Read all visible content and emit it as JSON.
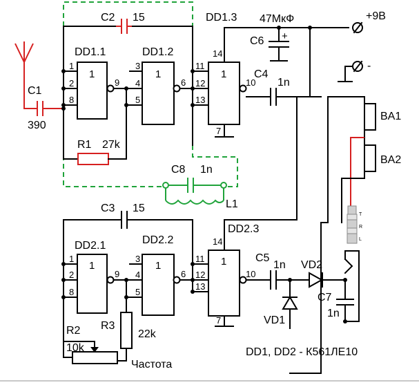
{
  "labels": {
    "C1": "C1",
    "C1_val": "390",
    "C2": "C2",
    "C2_val": "15",
    "R1": "R1",
    "R1_val": "27k",
    "DD1_1": "DD1.1",
    "DD1_2": "DD1.2",
    "DD1_3": "DD1.3",
    "C6_val": "47МкФ",
    "C6": "C6",
    "C4": "C4",
    "C4_val": "1n",
    "plus9": "+9В",
    "BA1": "BA1",
    "BA2": "BA2",
    "C8": "C8",
    "C8_val": "1n",
    "L1": "L1",
    "C3": "C3",
    "C3_val": "15",
    "DD2_1": "DD2.1",
    "DD2_2": "DD2.2",
    "DD2_3": "DD2.3",
    "C5": "C5",
    "C5_val": "1n",
    "VD2": "VD2",
    "C7": "C7",
    "C7_val": "1n",
    "VD1": "VD1",
    "R2": "R2",
    "R2_val": "10k",
    "R3": "R3",
    "R3_val": "22k",
    "freq": "Частота",
    "ic_note": "DD1, DD2 - К561ЛЕ10",
    "gate_mark": "1",
    "plus_mark": "+",
    "minus_mark": "-"
  },
  "pins": {
    "p1": "1",
    "p2": "2",
    "p3": "3",
    "p4": "4",
    "p5": "5",
    "p6": "6",
    "p7": "7",
    "p8": "8",
    "p9": "9",
    "p10": "10",
    "p11": "11",
    "p12": "12",
    "p13": "13",
    "p14": "14"
  },
  "jack": {
    "t": "T",
    "r": "R",
    "l": "L"
  },
  "colors": {
    "wire": "#000000",
    "antenna": "#d62020",
    "lc_circuit": "#1fa33a"
  }
}
